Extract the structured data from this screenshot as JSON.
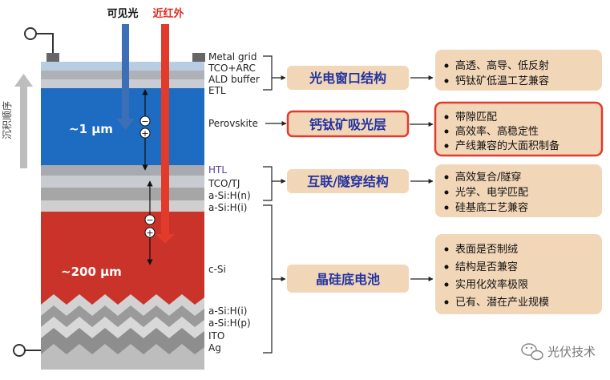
{
  "top_labels": {
    "visible": "可见光",
    "nir": "近红外"
  },
  "deposition_order": "沉积顺序",
  "thickness": {
    "top": "~1 μm",
    "bottom": "~200 μm"
  },
  "layer_labels": {
    "metal_grid": "Metal grid",
    "tco_arc": "TCO+ARC",
    "ald_buffer": "ALD buffer",
    "etl": "ETL",
    "perovskite": "Perovskite",
    "htl": "HTL",
    "tco_tj": "TCO/TJ",
    "asi_n": "a-Si:H(n)",
    "asi_i_top": "a-Si:H(i)",
    "csi": "c-Si",
    "asi_i_bottom": "a-Si:H(i)",
    "asi_p": "a-Si:H(p)",
    "ito": "ITO",
    "ag": "Ag"
  },
  "carrier_signs": {
    "minus": "−",
    "plus": "+"
  },
  "categories": [
    {
      "title": "光电窗口结构",
      "bullets": [
        "高透、高导、低反射",
        "钙钛矿低温工艺兼容"
      ]
    },
    {
      "title": "钙钛矿吸光层",
      "bullets": [
        "带隙匹配",
        "高效率、高稳定性",
        "产线兼容的大面积制备"
      ]
    },
    {
      "title": "互联/隧穿结构",
      "bullets": [
        "高效复合/隧穿",
        "光学、电学匹配",
        "硅基底工艺兼容"
      ]
    },
    {
      "title": "晶硅底电池",
      "bullets": [
        "表面是否制绒",
        "结构是否兼容",
        "实用化效率极限",
        "已有、潜在产业规模"
      ]
    }
  ],
  "watermark": "光伏技术",
  "colors": {
    "perovskite_blue": "#1e6bc2",
    "silicon_red": "#c9332a",
    "visible_arrow": "#3c6fb5",
    "nir_arrow": "#e23a2b",
    "box_fill": "#f2d6b8",
    "box_text": "#2233a0",
    "highlight_border": "#e23a2b"
  }
}
